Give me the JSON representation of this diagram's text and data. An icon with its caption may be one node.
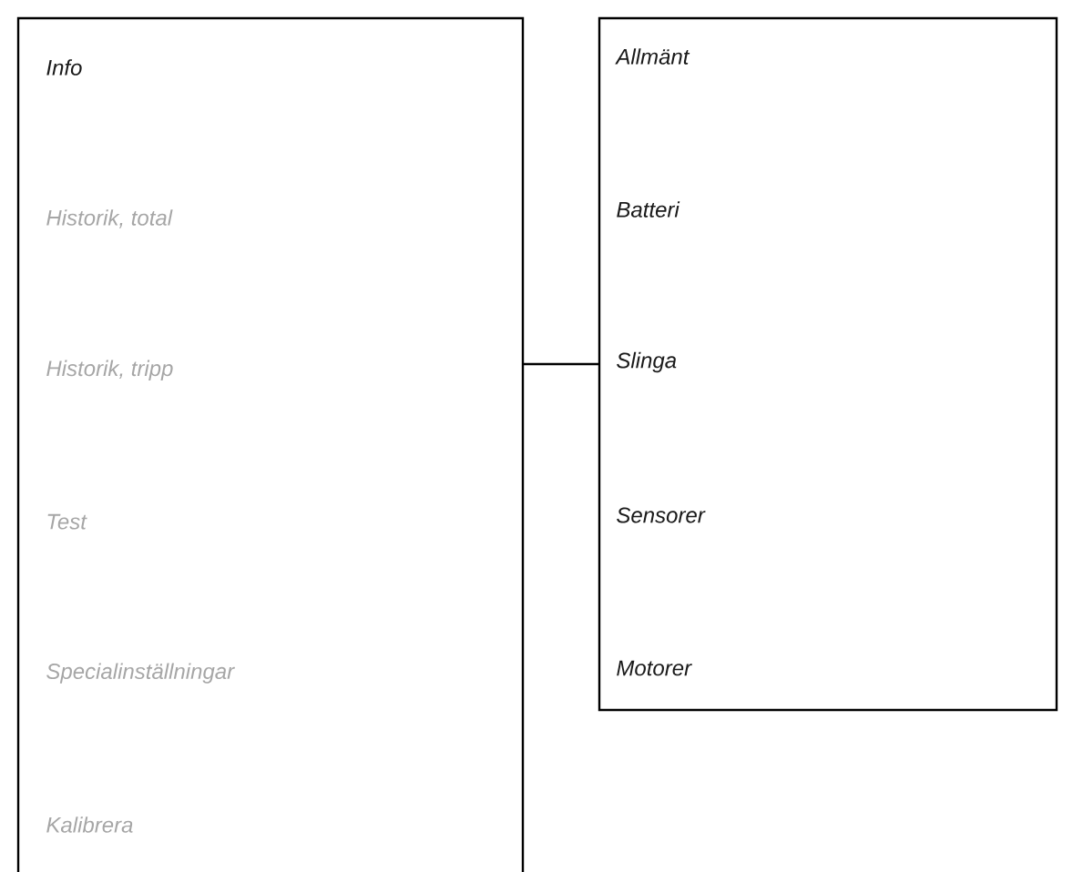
{
  "diagram": {
    "nodes": [
      {
        "text": [
          "Info",
          "Historik, total",
          "Historik, tripp",
          "Test",
          "Specialinställningar",
          "Kalibrera"
        ]
      },
      {
        "text": [
          "Allmänt",
          "Batteri",
          "Slinga",
          "Sensorer",
          "Motorer"
        ]
      }
    ],
    "edges": [
      {
        "from": 0,
        "to": 1,
        "arrow": "none"
      }
    ]
  }
}
